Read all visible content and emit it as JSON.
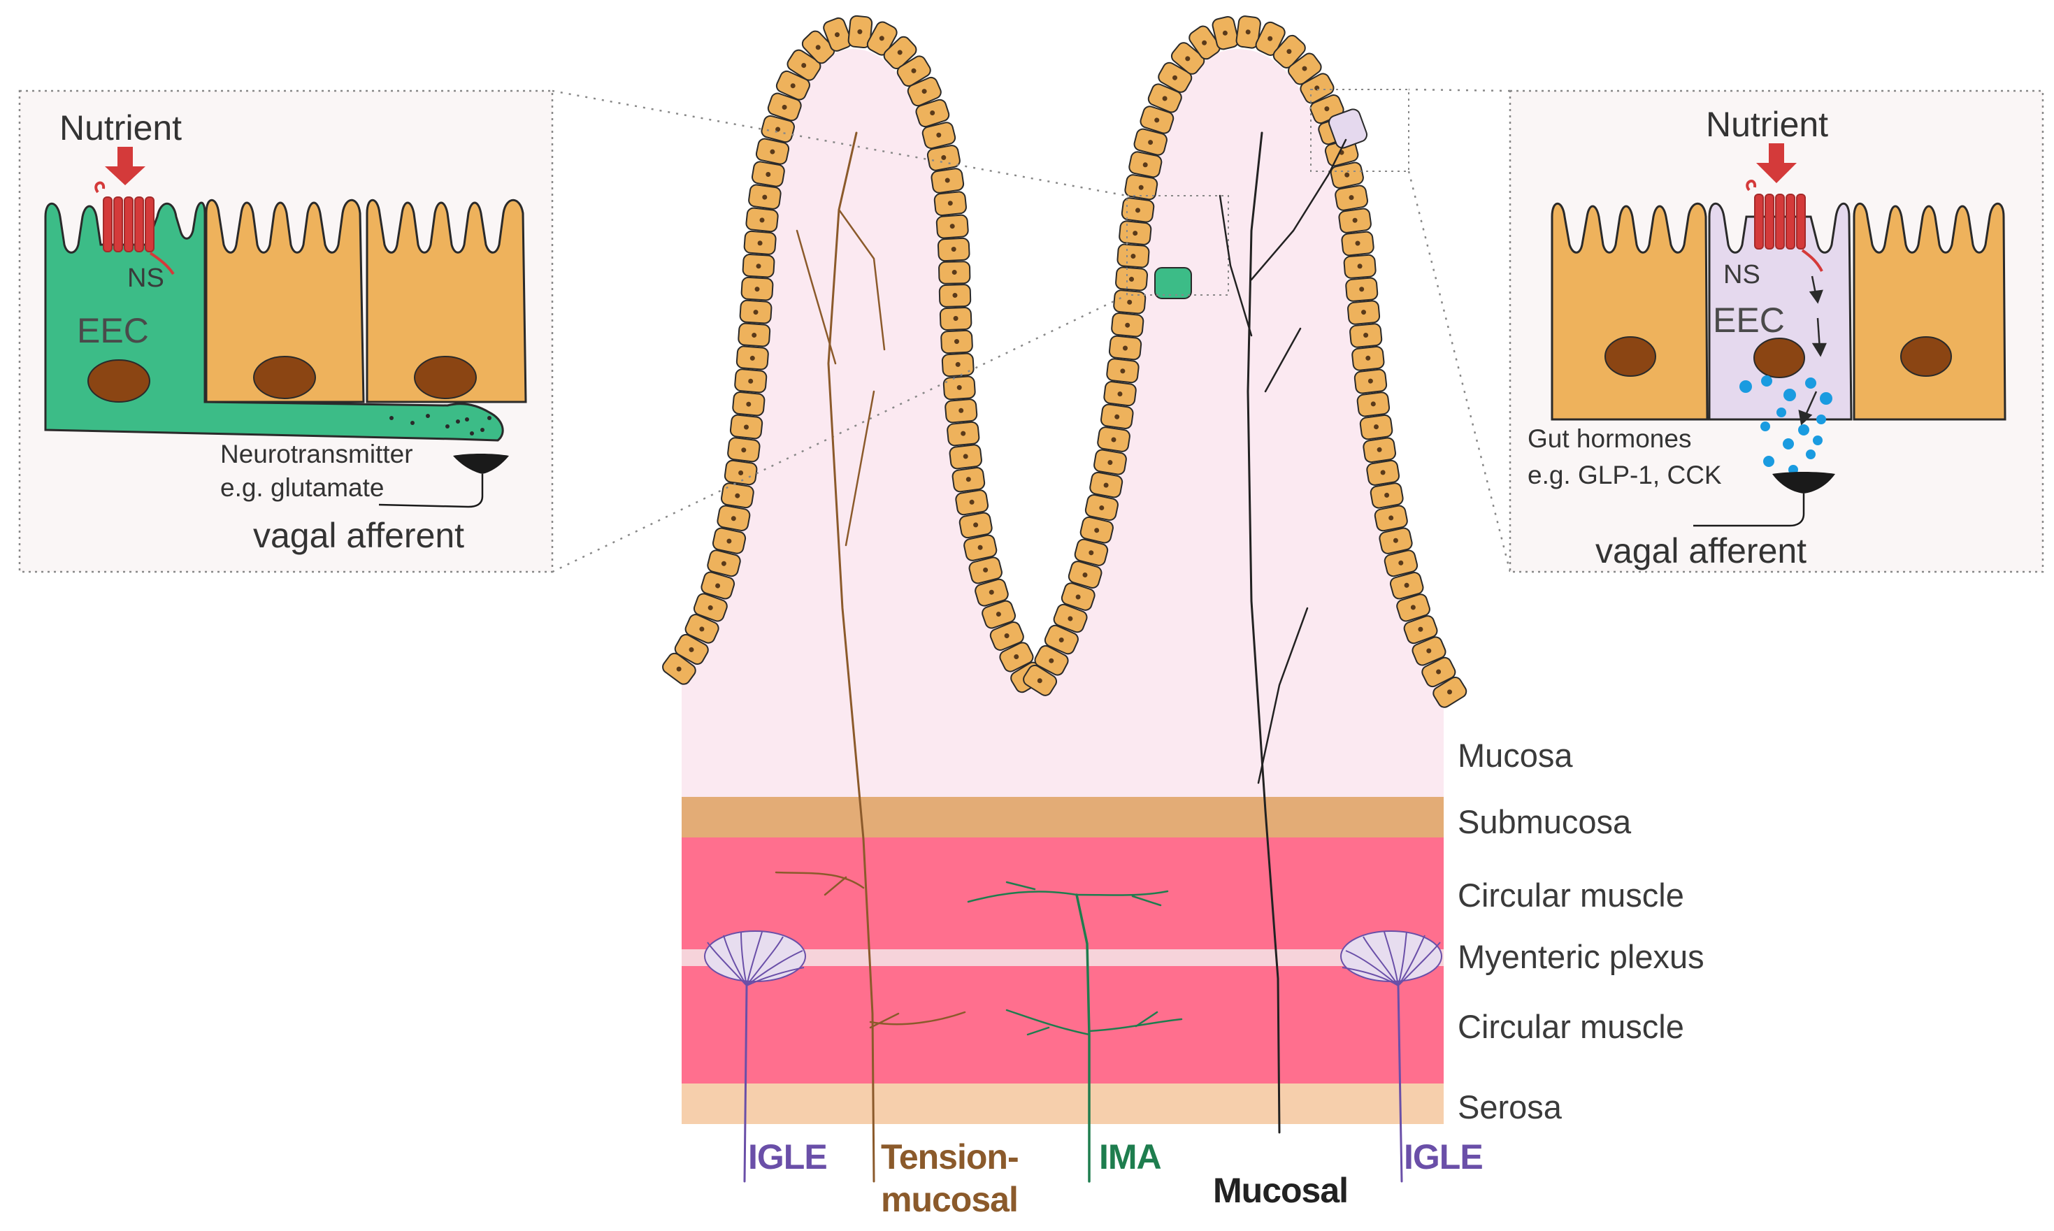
{
  "layers": {
    "mucosa": "Mucosa",
    "submucosa": "Submucosa",
    "circular_muscle_top": "Circular muscle",
    "myenteric_plexus": "Myenteric plexus",
    "circular_muscle_bottom": "Circular muscle",
    "serosa": "Serosa"
  },
  "nerves": {
    "igle_left": "IGLE",
    "tension_line1": "Tension-",
    "tension_line2": "mucosal",
    "ima": "IMA",
    "mucosal": "Mucosal",
    "igle_right": "IGLE"
  },
  "left_panel": {
    "nutrient": "Nutrient",
    "ns": "NS",
    "eec": "EEC",
    "neurotransmitter": "Neurotransmitter",
    "example": "e.g. glutamate",
    "afferent": "vagal afferent"
  },
  "right_panel": {
    "nutrient": "Nutrient",
    "ns": "NS",
    "eec": "EEC",
    "hormones": "Gut hormones",
    "example": "e.g. GLP-1, CCK",
    "afferent": "vagal afferent"
  },
  "colors": {
    "mucosa": "#fbe9f1",
    "submucosa": "#e3ac76",
    "muscle": "#ff6f8e",
    "plexus": "#f6d3da",
    "serosa": "#f6cfac",
    "epithelial_cell": "#eeb25c",
    "eec_green": "#3cbc87",
    "eec_lilac": "#e5d9ee",
    "receptor_red": "#d43a3a",
    "hormone_blue": "#1a9be0",
    "igle_purple": "#6a4fa8",
    "tension_brown": "#8b5a2b",
    "ima_green": "#1e7d4e",
    "mucosal_black": "#222222"
  }
}
